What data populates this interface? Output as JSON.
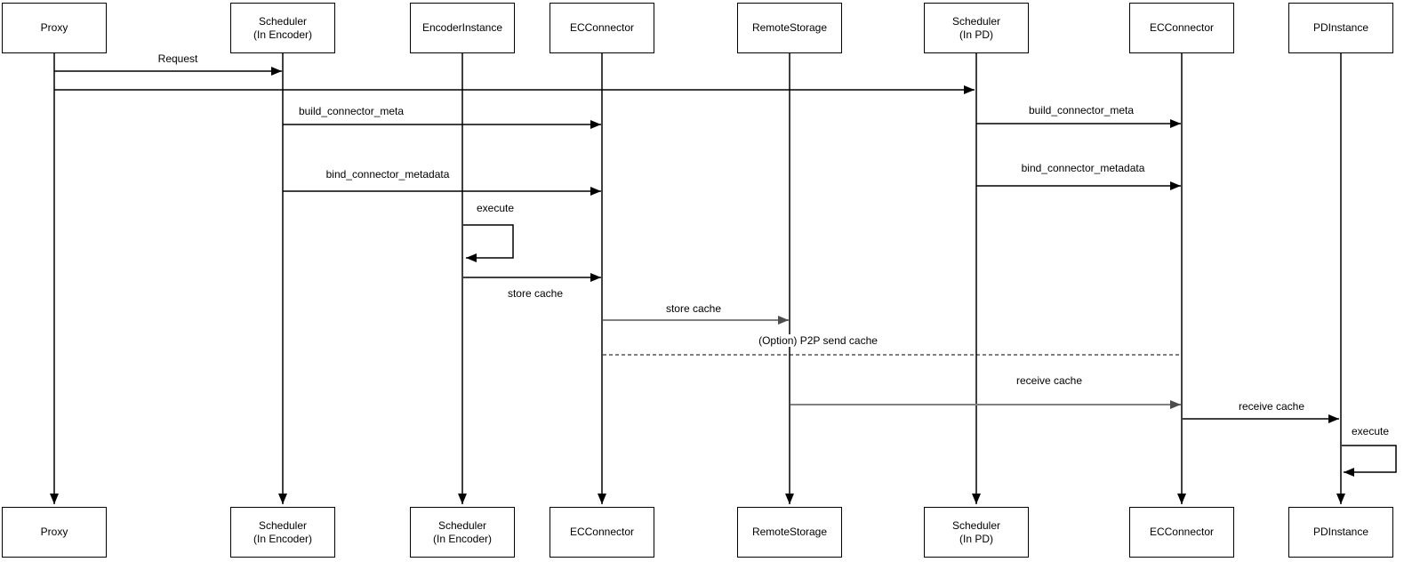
{
  "diagram": {
    "type": "sequence-diagram",
    "background_color": "#ffffff",
    "line_color": "#000000",
    "muted_line_color": "#808080",
    "box_fill": "#ffffff",
    "box_stroke": "#000000"
  },
  "actors_top": [
    {
      "label": "Proxy"
    },
    {
      "label": "Scheduler\n(In Encoder)"
    },
    {
      "label": "EncoderInstance"
    },
    {
      "label": "ECConnector"
    },
    {
      "label": "RemoteStorage"
    },
    {
      "label": "Scheduler\n(In PD)"
    },
    {
      "label": "ECConnector"
    },
    {
      "label": "PDInstance"
    }
  ],
  "actors_bottom": [
    {
      "label": "Proxy"
    },
    {
      "label": "Scheduler\n(In Encoder)"
    },
    {
      "label": "Scheduler\n(In Encoder)"
    },
    {
      "label": "ECConnector"
    },
    {
      "label": "RemoteStorage"
    },
    {
      "label": "Scheduler\n(In PD)"
    },
    {
      "label": "ECConnector"
    },
    {
      "label": "PDInstance"
    }
  ],
  "messages": [
    {
      "label": "Request",
      "from": "Proxy",
      "to": "Scheduler (In Encoder)",
      "style": "solid"
    },
    {
      "label": "",
      "from": "Proxy",
      "to": "Scheduler (In PD)",
      "style": "solid"
    },
    {
      "label": "build_connector_meta",
      "from": "Scheduler (In Encoder)",
      "to": "ECConnector",
      "style": "solid"
    },
    {
      "label": "build_connector_meta",
      "from": "Scheduler (In PD)",
      "to": "ECConnector",
      "style": "solid"
    },
    {
      "label": "bind_connector_metadata",
      "from": "Scheduler (In Encoder)",
      "to": "ECConnector",
      "style": "solid"
    },
    {
      "label": "bind_connector_metadata",
      "from": "Scheduler (In PD)",
      "to": "ECConnector",
      "style": "solid"
    },
    {
      "label": "execute",
      "from": "EncoderInstance",
      "to": "EncoderInstance",
      "style": "self-loop"
    },
    {
      "label": "store cache",
      "from": "EncoderInstance",
      "to": "ECConnector",
      "style": "solid"
    },
    {
      "label": "store cache",
      "from": "ECConnector",
      "to": "RemoteStorage",
      "style": "solid-gray"
    },
    {
      "label": "(Option) P2P send cache",
      "from": "ECConnector",
      "to": "ECConnector (PD side)",
      "style": "dashed"
    },
    {
      "label": "receive cache",
      "from": "RemoteStorage",
      "to": "ECConnector (PD side)",
      "style": "solid-gray"
    },
    {
      "label": "receive cache",
      "from": "ECConnector (PD side)",
      "to": "PDInstance",
      "style": "solid"
    },
    {
      "label": "execute",
      "from": "PDInstance",
      "to": "PDInstance",
      "style": "self-loop"
    }
  ]
}
